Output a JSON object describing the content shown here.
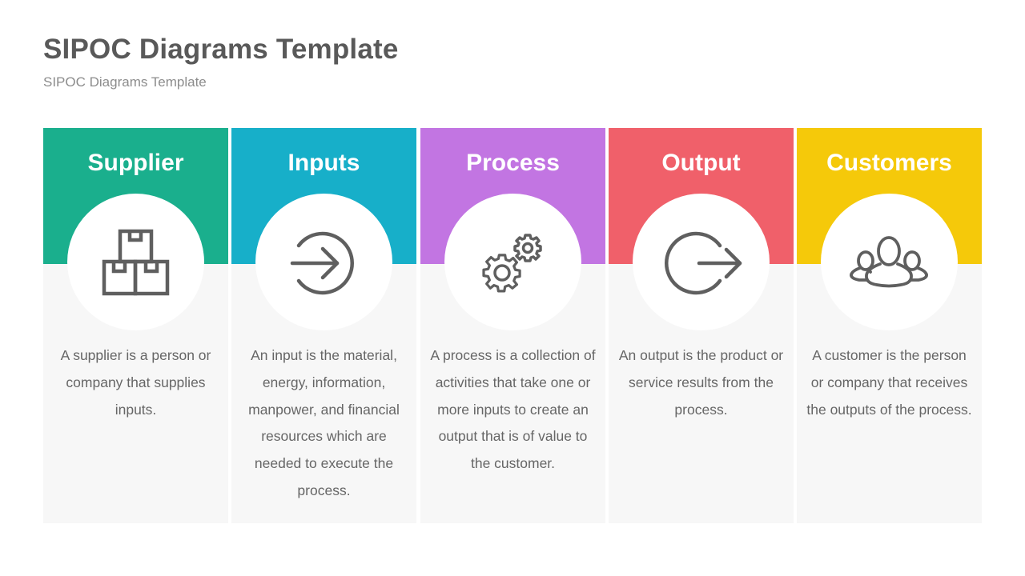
{
  "slide": {
    "title": "SIPOC Diagrams Template",
    "subtitle": "SIPOC Diagrams Template"
  },
  "columns": [
    {
      "title": "Supplier",
      "icon": "boxes-icon",
      "color": "#1aaf8d",
      "description": "A supplier is a person or company that supplies inputs."
    },
    {
      "title": "Inputs",
      "icon": "sign-in-arrow-icon",
      "color": "#17afc9",
      "description": "An input is the material, energy, information, manpower, and financial resources which are needed to execute the process."
    },
    {
      "title": "Process",
      "icon": "gears-icon",
      "color": "#c275e2",
      "description": "A process is a collection of activities that take one or more inputs to create an output that is of value to the customer."
    },
    {
      "title": "Output",
      "icon": "sign-out-arrow-icon",
      "color": "#f0606a",
      "description": "An output is the product or service results from the process."
    },
    {
      "title": "Customers",
      "icon": "users-group-icon",
      "color": "#f5c90a",
      "description": "A customer is the person or company that receives the outputs of the process."
    }
  ],
  "colors": {
    "title_text": "#595959",
    "subtitle_text": "#8c8c8c",
    "body_text": "#666666",
    "panel_background": "#f7f7f7",
    "icon_stroke": "#5f5f5f"
  }
}
